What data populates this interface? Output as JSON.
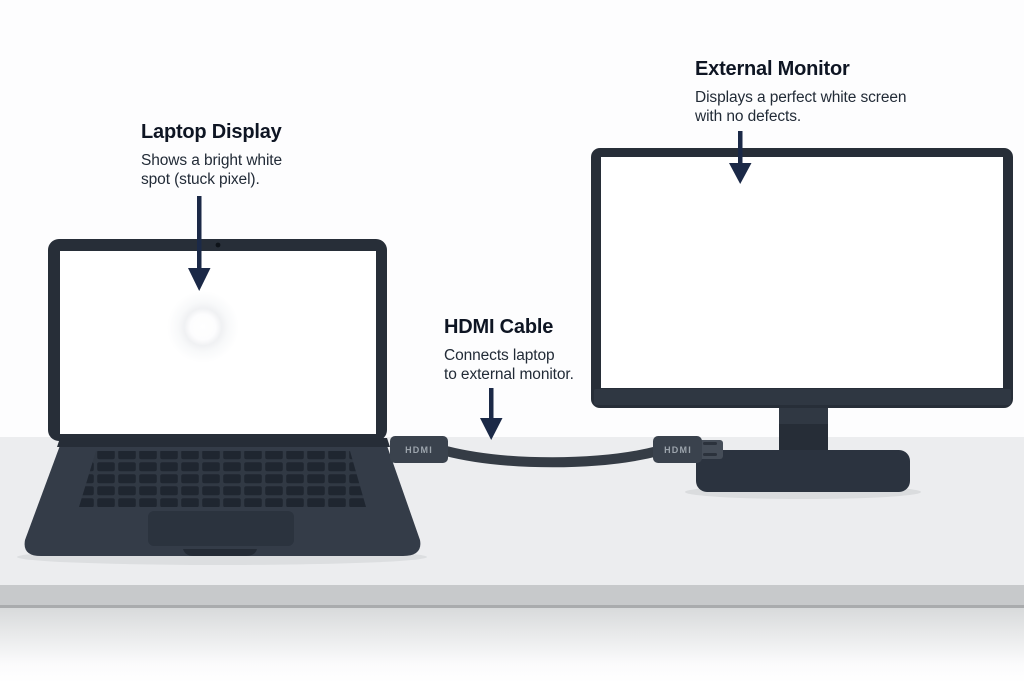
{
  "figure": {
    "annotations": {
      "laptop": {
        "title": "Laptop Display",
        "desc_line1": "Shows a bright white",
        "desc_line2": "spot (stuck pixel)."
      },
      "monitor": {
        "title": "External Monitor",
        "desc_line1": "Displays a perfect white screen",
        "desc_line2": "with no defects."
      },
      "cable": {
        "title": "HDMI Cable",
        "desc_line1": "Connects laptop",
        "desc_line2": "to external monitor."
      }
    },
    "cable": {
      "left_connector_label": "HDMI",
      "right_connector_label": "HDMI"
    },
    "colors": {
      "arrow_navy": "#1b2947",
      "device_slate": "#2b333f",
      "screen_white": "#ffffff",
      "desk_gray": "#ecedef",
      "desk_edge_gray": "#c7c9cb"
    }
  }
}
